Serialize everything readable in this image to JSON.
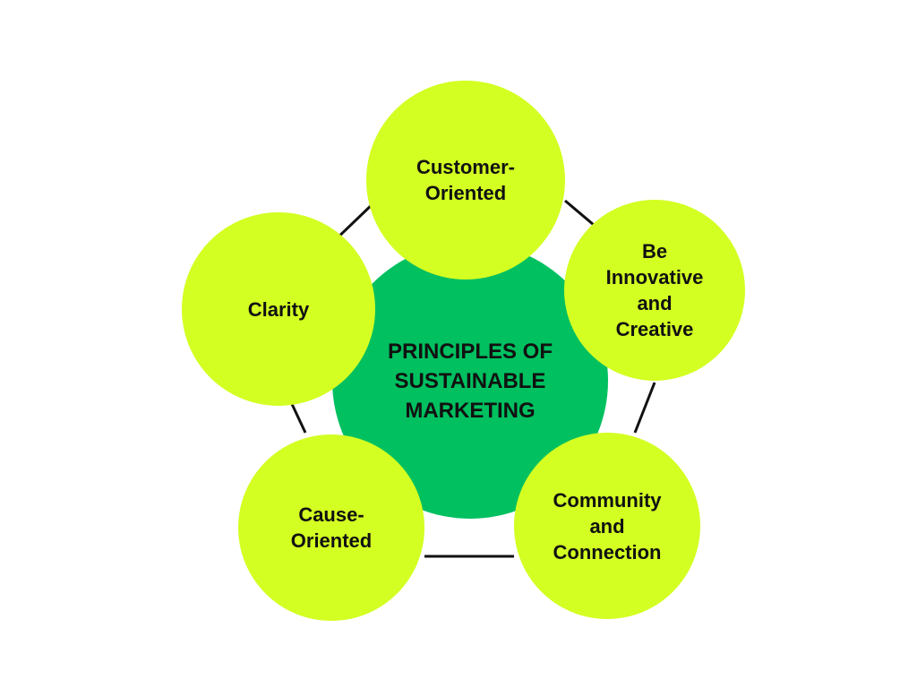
{
  "colors": {
    "background": "#ffffff",
    "center_fill": "#00c060",
    "outer_fill": "#d3ff22",
    "text": "#111111",
    "connector": "#111111"
  },
  "center": {
    "label": "PRINCIPLES OF\nSUSTAINABLE\nMARKETING"
  },
  "principles": [
    {
      "label": "Customer-\nOriented"
    },
    {
      "label": "Be\nInnovative\nand\nCreative"
    },
    {
      "label": "Community\nand\nConnection"
    },
    {
      "label": "Cause-\nOriented"
    },
    {
      "label": "Clarity"
    }
  ]
}
